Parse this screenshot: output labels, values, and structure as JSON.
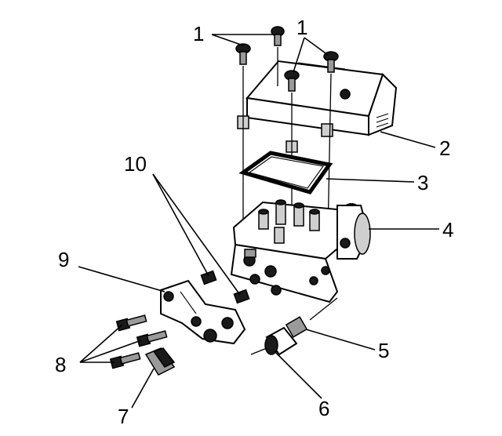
{
  "colors": {
    "ink": "#000000",
    "paper": "#ffffff",
    "shade": "#9a9a9a"
  },
  "callouts": {
    "c1a": "1",
    "c1b": "1",
    "c2": "2",
    "c3": "3",
    "c4": "4",
    "c5": "5",
    "c6": "6",
    "c7": "7",
    "c8": "8",
    "c9": "9",
    "c10": "10"
  }
}
